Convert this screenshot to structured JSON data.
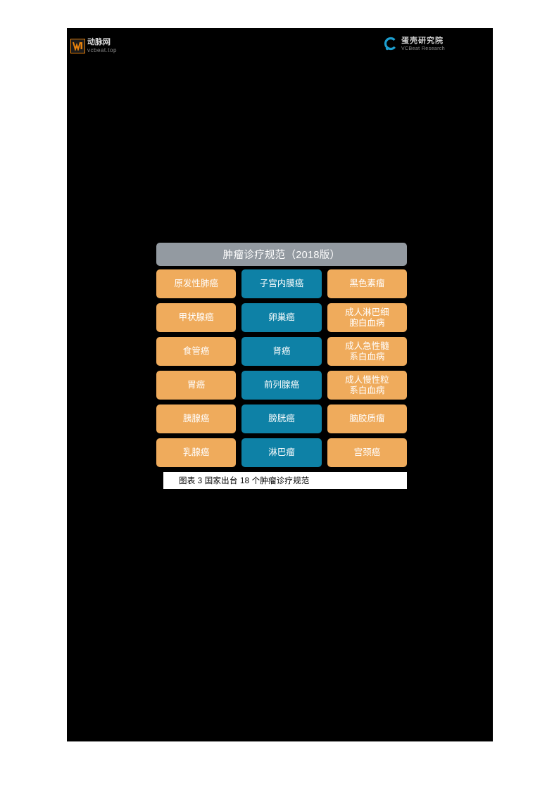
{
  "header": {
    "left_logo": {
      "mark": "vb-logo-icon",
      "cn": "动脉网",
      "en": "vcbeat.top"
    },
    "right_logo": {
      "mark": "vcbeat-research-circle-icon",
      "cn": "蛋壳研究院",
      "en": "VCBeat Research"
    }
  },
  "colors": {
    "page_background": "#000000",
    "tile_orange": "#efab5c",
    "tile_blue": "#0e81a6",
    "title_gray": "#939aa1",
    "caption_background": "#ffffff",
    "caption_text": "#000000",
    "tile_text": "#ffffff"
  },
  "chart_data": {
    "type": "table",
    "title": "肿瘤诊疗规范（2018版）",
    "caption": "图表 3 国家出台 18 个肿瘤诊疗规范",
    "columns": 3,
    "rows": 6,
    "legend": [
      {
        "color": "#efab5c",
        "name": "orange-tile"
      },
      {
        "color": "#0e81a6",
        "name": "blue-tile"
      }
    ],
    "cells": [
      [
        {
          "label": "原发性肺癌",
          "color": "orange"
        },
        {
          "label": "子宫内膜癌",
          "color": "blue"
        },
        {
          "label": "黑色素瘤",
          "color": "orange"
        }
      ],
      [
        {
          "label": "甲状腺癌",
          "color": "orange"
        },
        {
          "label": "卵巢癌",
          "color": "blue"
        },
        {
          "label": "成人淋巴细\n胞白血病",
          "color": "orange"
        }
      ],
      [
        {
          "label": "食管癌",
          "color": "orange"
        },
        {
          "label": "肾癌",
          "color": "blue"
        },
        {
          "label": "成人急性髓\n系白血病",
          "color": "orange"
        }
      ],
      [
        {
          "label": "胃癌",
          "color": "orange"
        },
        {
          "label": "前列腺癌",
          "color": "blue"
        },
        {
          "label": "成人慢性粒\n系白血病",
          "color": "orange"
        }
      ],
      [
        {
          "label": "胰腺癌",
          "color": "orange"
        },
        {
          "label": "膀胱癌",
          "color": "blue"
        },
        {
          "label": "脑胶质瘤",
          "color": "orange"
        }
      ],
      [
        {
          "label": "乳腺癌",
          "color": "orange"
        },
        {
          "label": "淋巴瘤",
          "color": "blue"
        },
        {
          "label": "宫颈癌",
          "color": "orange"
        }
      ]
    ]
  }
}
